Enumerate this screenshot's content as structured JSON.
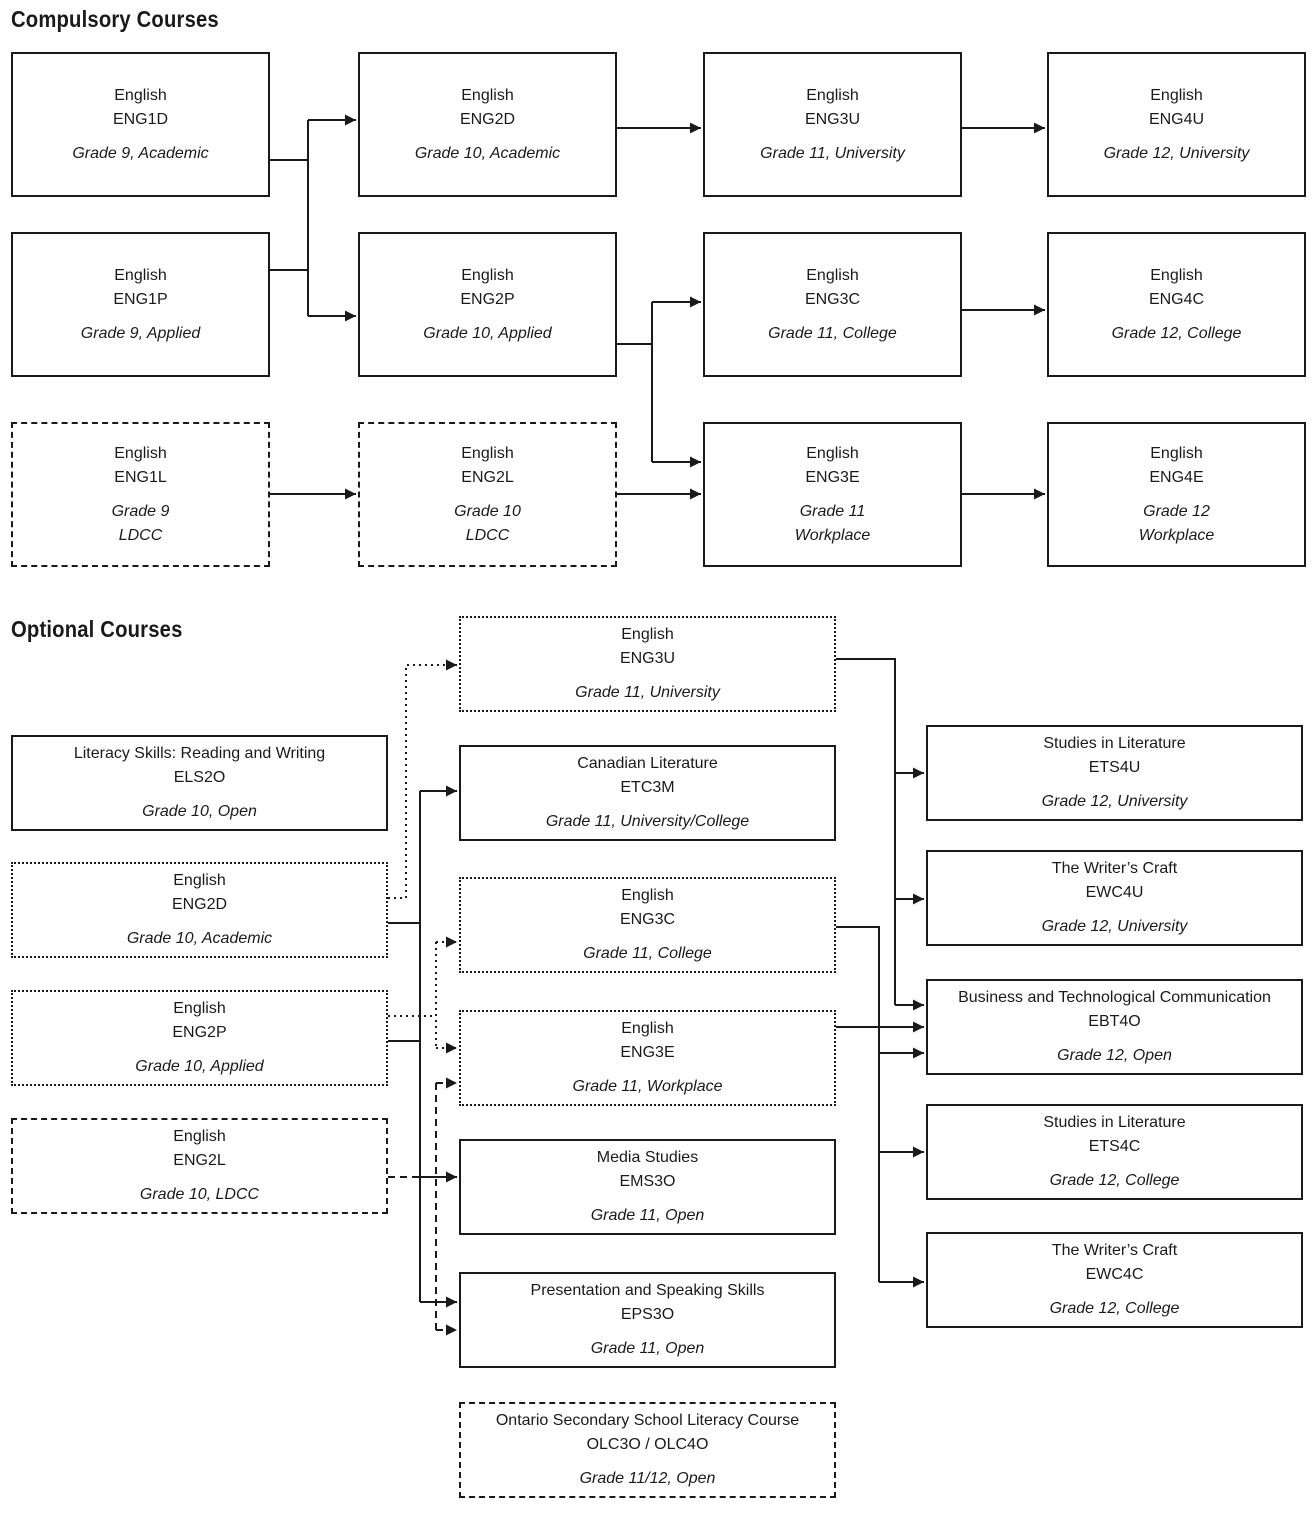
{
  "compulsory": {
    "heading": "Compulsory Courses",
    "boxes": [
      {
        "id": "c-eng1d",
        "title": "English",
        "code": "ENG1D",
        "desc": "Grade 9, Academic",
        "style": "solid"
      },
      {
        "id": "c-eng2d",
        "title": "English",
        "code": "ENG2D",
        "desc": "Grade 10, Academic",
        "style": "solid"
      },
      {
        "id": "c-eng3u",
        "title": "English",
        "code": "ENG3U",
        "desc": "Grade 11, University",
        "style": "solid"
      },
      {
        "id": "c-eng4u",
        "title": "English",
        "code": "ENG4U",
        "desc": "Grade 12, University",
        "style": "solid"
      },
      {
        "id": "c-eng1p",
        "title": "English",
        "code": "ENG1P",
        "desc": "Grade 9, Applied",
        "style": "solid"
      },
      {
        "id": "c-eng2p",
        "title": "English",
        "code": "ENG2P",
        "desc": "Grade 10, Applied",
        "style": "solid"
      },
      {
        "id": "c-eng3c",
        "title": "English",
        "code": "ENG3C",
        "desc": "Grade 11, College",
        "style": "solid"
      },
      {
        "id": "c-eng4c",
        "title": "English",
        "code": "ENG4C",
        "desc": "Grade 12, College",
        "style": "solid"
      },
      {
        "id": "c-eng1l",
        "title": "English",
        "code": "ENG1L",
        "desc": "Grade 9\nLDCC",
        "style": "dashed"
      },
      {
        "id": "c-eng2l",
        "title": "English",
        "code": "ENG2L",
        "desc": "Grade 10\nLDCC",
        "style": "dashed"
      },
      {
        "id": "c-eng3e",
        "title": "English",
        "code": "ENG3E",
        "desc": "Grade 11\nWorkplace",
        "style": "solid"
      },
      {
        "id": "c-eng4e",
        "title": "English",
        "code": "ENG4E",
        "desc": "Grade 12\nWorkplace",
        "style": "solid"
      }
    ]
  },
  "optional": {
    "heading": "Optional Courses",
    "boxes": [
      {
        "id": "o-els2o",
        "title": "Literacy Skills: Reading and Writing",
        "code": "ELS2O",
        "desc": "Grade 10, Open",
        "style": "solid"
      },
      {
        "id": "o-eng2d",
        "title": "English",
        "code": "ENG2D",
        "desc": "Grade 10, Academic",
        "style": "dotted"
      },
      {
        "id": "o-eng2p",
        "title": "English",
        "code": "ENG2P",
        "desc": "Grade 10, Applied",
        "style": "dotted"
      },
      {
        "id": "o-eng2l",
        "title": "English",
        "code": "ENG2L",
        "desc": "Grade 10, LDCC",
        "style": "dashed"
      },
      {
        "id": "o-eng3u",
        "title": "English",
        "code": "ENG3U",
        "desc": "Grade 11, University",
        "style": "dotted"
      },
      {
        "id": "o-etc3m",
        "title": "Canadian Literature",
        "code": "ETC3M",
        "desc": "Grade 11, University/College",
        "style": "solid"
      },
      {
        "id": "o-eng3c",
        "title": "English",
        "code": "ENG3C",
        "desc": "Grade 11, College",
        "style": "dotted"
      },
      {
        "id": "o-eng3e",
        "title": "English",
        "code": "ENG3E",
        "desc": "Grade 11, Workplace",
        "style": "dotted"
      },
      {
        "id": "o-ems3o",
        "title": "Media Studies",
        "code": "EMS3O",
        "desc": "Grade 11, Open",
        "style": "solid"
      },
      {
        "id": "o-eps3o",
        "title": "Presentation and Speaking Skills",
        "code": "EPS3O",
        "desc": "Grade 11, Open",
        "style": "solid"
      },
      {
        "id": "o-olc",
        "title": "Ontario Secondary School Literacy Course",
        "code": "OLC3O / OLC4O",
        "desc": "Grade 11/12, Open",
        "style": "dashed"
      },
      {
        "id": "o-ets4u",
        "title": "Studies in Literature",
        "code": "ETS4U",
        "desc": "Grade 12, University",
        "style": "solid"
      },
      {
        "id": "o-ewc4u",
        "title": "The Writer’s Craft",
        "code": "EWC4U",
        "desc": "Grade 12, University",
        "style": "solid"
      },
      {
        "id": "o-ebt4o",
        "title": "Business and Technological Communication",
        "code": "EBT4O",
        "desc": "Grade 12, Open",
        "style": "solid"
      },
      {
        "id": "o-ets4c",
        "title": "Studies in Literature",
        "code": "ETS4C",
        "desc": "Grade 12, College",
        "style": "solid"
      },
      {
        "id": "o-ewc4c",
        "title": "The Writer’s Craft",
        "code": "EWC4C",
        "desc": "Grade 12, College",
        "style": "solid"
      }
    ]
  }
}
